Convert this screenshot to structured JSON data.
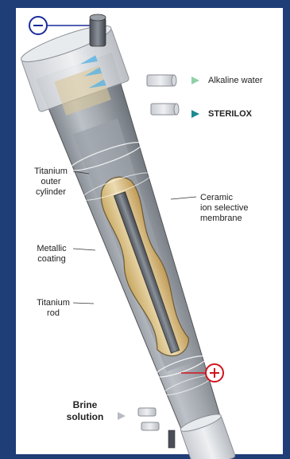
{
  "labels": {
    "alkaline_water": "Alkaline water",
    "sterilox": "STERILOX",
    "titanium_outer_cylinder": [
      "Titanium",
      "outer",
      "cylinder"
    ],
    "ceramic_membrane": [
      "Ceramic",
      "ion selective",
      "membrane"
    ],
    "metallic_coating": [
      "Metallic",
      "coating"
    ],
    "titanium_rod": [
      "Titanium",
      "rod"
    ],
    "brine_solution": [
      "Brine",
      "solution"
    ]
  },
  "terminals": {
    "negative": "−",
    "positive": "+"
  },
  "colors": {
    "background": "#1f3d77",
    "negative_terminal": "#1a2b9c",
    "positive_terminal": "#d2141e",
    "arrow_light": "#8fd0a8",
    "arrow_dark": "#1c8a92",
    "membrane": "#dcc38e"
  }
}
